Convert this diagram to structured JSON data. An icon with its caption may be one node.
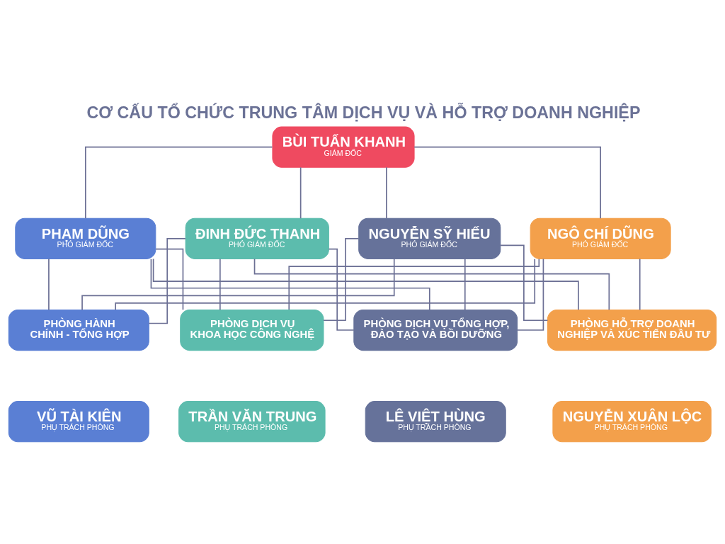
{
  "diagram": {
    "title": "CƠ CẤU TỔ CHỨC TRUNG TÂM DỊCH VỤ VÀ HỖ TRỢ DOANH NGHIỆP",
    "nodes": [
      {
        "text": [
          "BÙI TUẤN KHANH",
          "GIÁM ĐỐC"
        ]
      },
      {
        "text": [
          "PHẠM DŨNG",
          "PHÓ GIÁM ĐỐC"
        ]
      },
      {
        "text": [
          "ĐINH ĐỨC THANH",
          "PHÓ GIÁM ĐỐC"
        ]
      },
      {
        "text": [
          "NGUYỄN SỸ HIẾU",
          "PHÓ GIÁM ĐỐC"
        ]
      },
      {
        "text": [
          "NGÔ CHÍ DŨNG",
          "PHÓ GIÁM ĐỐC"
        ]
      },
      {
        "text": [
          "PHÒNG HÀNH CHÍNH - TỔNG HỢP"
        ]
      },
      {
        "text": [
          "PHÒNG DỊCH VỤ KHOA HỌC CÔNG NGHỆ"
        ]
      },
      {
        "text": [
          "PHÒNG DỊCH VỤ TỔNG HỢP, ĐÀO TẠO VÀ BỒI DƯỠNG"
        ]
      },
      {
        "text": [
          "PHÒNG HỖ TRỢ DOANH NGHIỆP VÀ XÚC TIẾN ĐẦU TƯ"
        ]
      },
      {
        "text": [
          "VŨ TÀI KIÊN",
          "PHỤ TRÁCH PHÒNG"
        ]
      },
      {
        "text": [
          "TRẦN VĂN TRUNG",
          "PHỤ TRÁCH PHÒNG"
        ]
      },
      {
        "text": [
          "LÊ VIỆT HÙNG",
          "PHỤ TRÁCH PHÒNG"
        ]
      },
      {
        "text": [
          "NGUYỄN XUÂN LỘC",
          "PHỤ TRÁCH PHÒNG"
        ]
      }
    ],
    "edges": [
      {
        "from": 0,
        "to": 1,
        "arrow": "none"
      },
      {
        "from": 0,
        "to": 2,
        "arrow": "none"
      },
      {
        "from": 0,
        "to": 3,
        "arrow": "none"
      },
      {
        "from": 0,
        "to": 4,
        "arrow": "none"
      },
      {
        "from": 1,
        "to": 5,
        "arrow": "none"
      },
      {
        "from": 1,
        "to": 6,
        "arrow": "none"
      },
      {
        "from": 1,
        "to": 7,
        "arrow": "none"
      },
      {
        "from": 1,
        "to": 8,
        "arrow": "none"
      },
      {
        "from": 2,
        "to": 5,
        "arrow": "none"
      },
      {
        "from": 2,
        "to": 6,
        "arrow": "none"
      },
      {
        "from": 2,
        "to": 7,
        "arrow": "none"
      },
      {
        "from": 2,
        "to": 8,
        "arrow": "none"
      },
      {
        "from": 3,
        "to": 5,
        "arrow": "none"
      },
      {
        "from": 3,
        "to": 6,
        "arrow": "none"
      },
      {
        "from": 3,
        "to": 7,
        "arrow": "none"
      },
      {
        "from": 3,
        "to": 8,
        "arrow": "none"
      },
      {
        "from": 4,
        "to": 5,
        "arrow": "none"
      },
      {
        "from": 4,
        "to": 6,
        "arrow": "none"
      },
      {
        "from": 4,
        "to": 7,
        "arrow": "none"
      },
      {
        "from": 4,
        "to": 8,
        "arrow": "none"
      }
    ]
  }
}
